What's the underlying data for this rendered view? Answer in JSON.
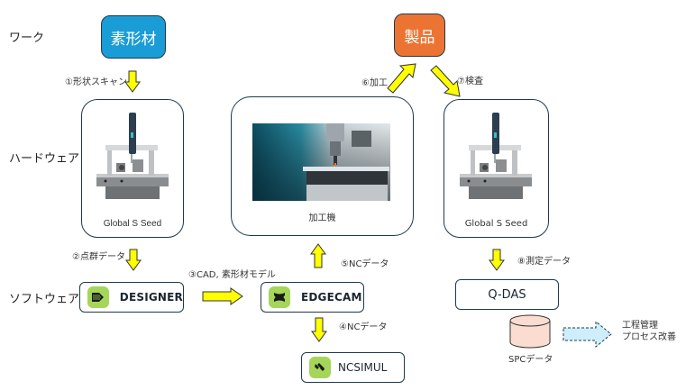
{
  "rows": {
    "work": "ワーク",
    "hardware": "ハードウェア",
    "software": "ソフトウェア"
  },
  "work": {
    "raw_material": {
      "label": "素形材",
      "color": "#1a9cd6"
    },
    "product": {
      "label": "製品",
      "color": "#ec7433"
    }
  },
  "hardware": {
    "cmm_left": {
      "caption": "Global S Seed",
      "image": "cmm-machine"
    },
    "machine_tool": {
      "caption": "加工機",
      "image": "cnc-machining"
    },
    "cmm_right": {
      "caption": "Global S Seed",
      "image": "cmm-machine"
    }
  },
  "software": {
    "designer": {
      "label": "DESIGNER",
      "icon": "designer-logo"
    },
    "edgecam": {
      "label": "EDGECAM",
      "icon": "edgecam-logo"
    },
    "ncsimul": {
      "label": "NCSIMUL",
      "icon": "ncsimul-logo"
    },
    "qdas": {
      "label": "Q-DAS"
    }
  },
  "steps": {
    "s1": "①形状スキャン",
    "s2": "②点群データ",
    "s3": "③CAD, 素形材モデル",
    "s4": "④NCデータ",
    "s5": "⑤NCデータ",
    "s6": "⑥加工",
    "s7": "⑦検査",
    "s8": "⑧測定データ"
  },
  "spc": {
    "label": "SPCデータ",
    "color": "#fadcd0"
  },
  "outcome": {
    "line1": "工程管理",
    "line2": "プロセス改善",
    "arrow_color": "#cdeefa"
  },
  "arrow_color": "#ffff00"
}
